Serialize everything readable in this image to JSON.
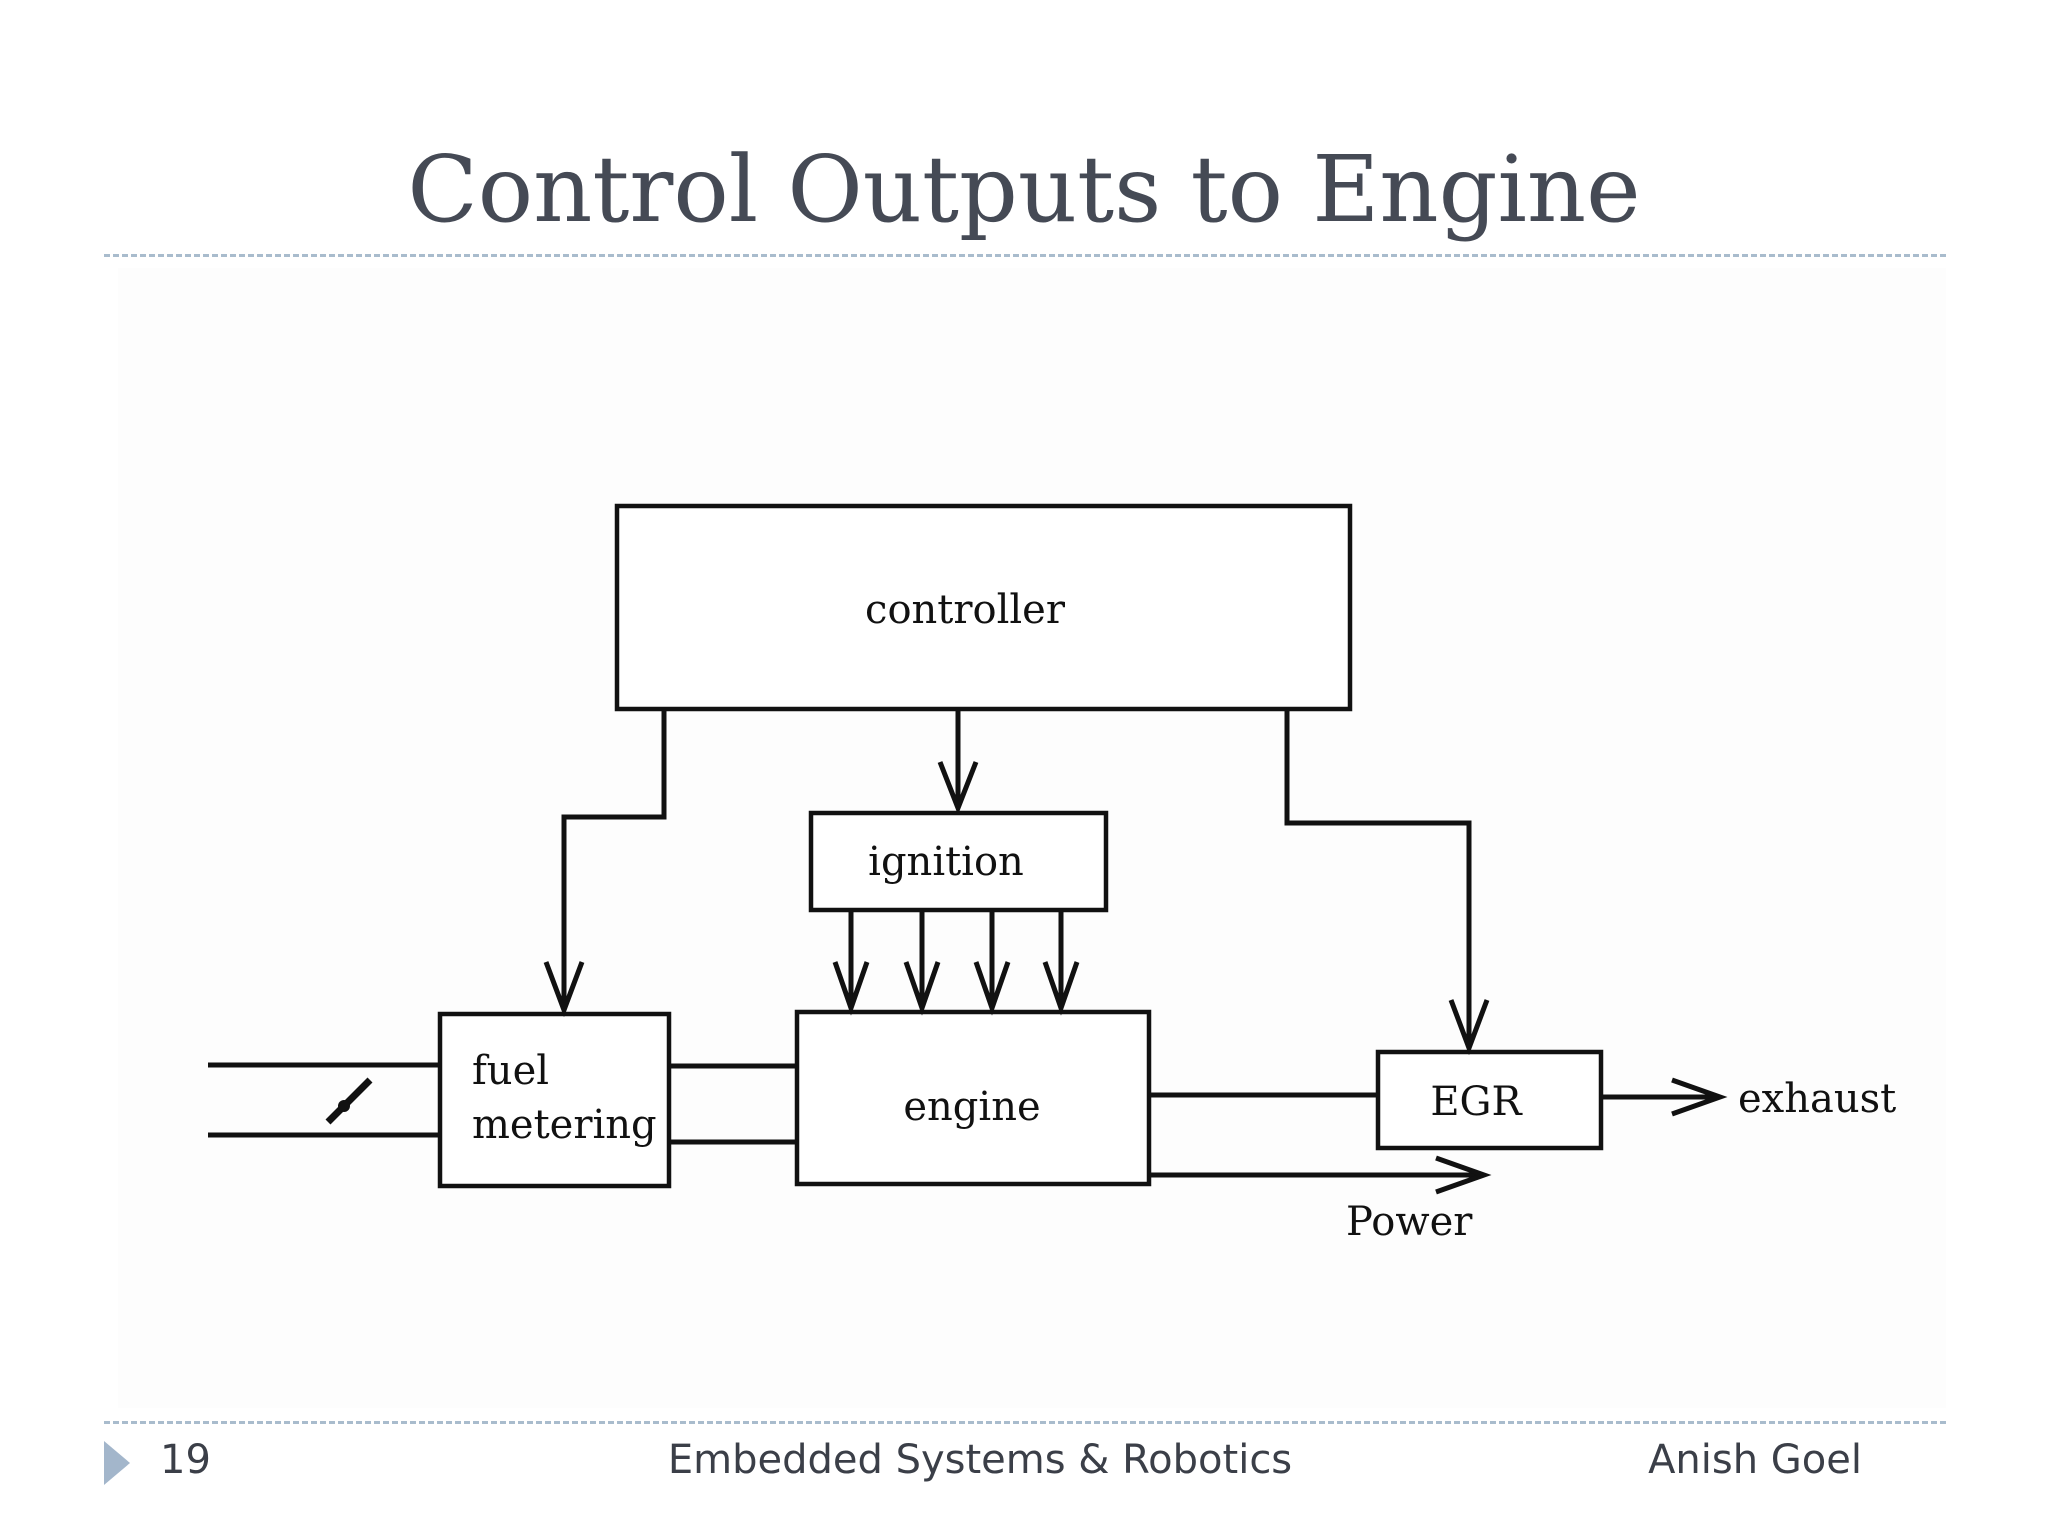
{
  "slide": {
    "title": "Control Outputs to Engine"
  },
  "diagram": {
    "blocks": {
      "controller": "controller",
      "ignition": "ignition",
      "fuel_metering_line1": "fuel",
      "fuel_metering_line2": "metering",
      "engine": "engine",
      "egr": "EGR"
    },
    "outputs": {
      "exhaust": "exhaust",
      "power": "Power"
    }
  },
  "footer": {
    "page_number": "19",
    "course": "Embedded Systems & Robotics",
    "author": "Anish Goel"
  }
}
